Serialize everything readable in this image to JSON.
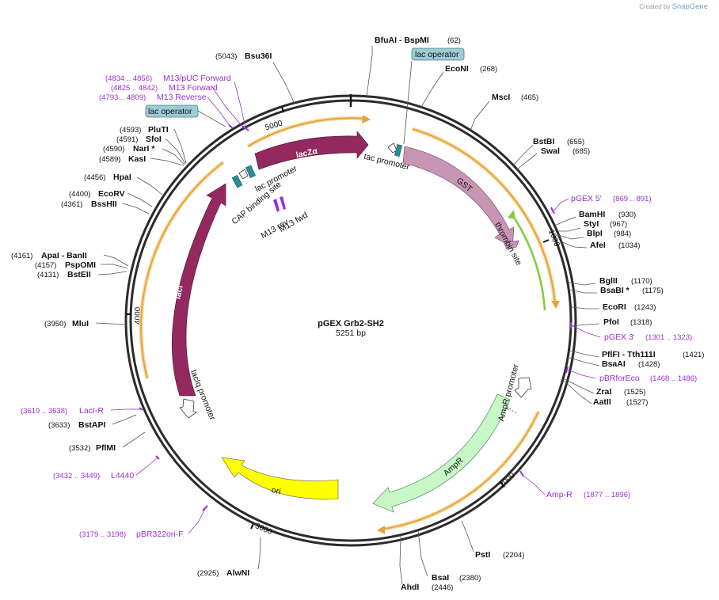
{
  "credit": {
    "prefix": "Created by",
    "brand": "SnapGene"
  },
  "plasmid": {
    "name": "pGEX Grb2-SH2",
    "length": "5251 bp"
  },
  "ticks": [
    "1000",
    "2000",
    "3000",
    "4000",
    "5000"
  ],
  "features": {
    "lacZa": "lacZα",
    "lacI": "lacI",
    "ori": "ori",
    "AmpR": "AmpR",
    "GST": "GST",
    "tac_promoter_right": "tac promoter",
    "lac_promoter": "lac promoter",
    "cap_site": "CAP binding site",
    "m13_rev": "M13 rev",
    "m13_fwd": "M13 fwd",
    "thrombin": "thrombin site",
    "ampr_promoter": "AmpR promoter",
    "lacIq_promoter": "lacIq promoter"
  },
  "boxes": {
    "lac_operator_top": "lac operator",
    "lac_operator_left": "lac operator"
  },
  "sites": [
    {
      "name": "BfuAI  - BspMI",
      "pos": "(62)"
    },
    {
      "name": "EcoNI",
      "pos": "(268)"
    },
    {
      "name": "MscI",
      "pos": "(465)"
    },
    {
      "name": "BstBI",
      "pos": "(655)"
    },
    {
      "name": "SwaI",
      "pos": "(685)"
    },
    {
      "name": "BamHI",
      "pos": "(930)"
    },
    {
      "name": "StyI",
      "pos": "(967)"
    },
    {
      "name": "BlpI",
      "pos": "(984)"
    },
    {
      "name": "AfeI",
      "pos": "(1034)"
    },
    {
      "name": "BglII",
      "pos": "(1170)"
    },
    {
      "name": "BsaBI *",
      "pos": "(1175)"
    },
    {
      "name": "EcoRI",
      "pos": "(1243)"
    },
    {
      "name": "PfoI",
      "pos": "(1318)"
    },
    {
      "name": "PflFI  - Tth111I",
      "pos": "(1421)"
    },
    {
      "name": "BsaAI",
      "pos": "(1428)"
    },
    {
      "name": "ZraI",
      "pos": "(1525)"
    },
    {
      "name": "AatII",
      "pos": "(1527)"
    },
    {
      "name": "PstI",
      "pos": "(2204)"
    },
    {
      "name": "BsaI",
      "pos": "(2380)"
    },
    {
      "name": "AhdI",
      "pos": "(2446)"
    },
    {
      "name": "AlwNI",
      "pos": "(2925)"
    },
    {
      "name": "PflMI",
      "pos": "(3532)"
    },
    {
      "name": "BstAPI",
      "pos": "(3633)"
    },
    {
      "name": "MluI",
      "pos": "(3950)"
    },
    {
      "name": "BstEII",
      "pos": "(4131)"
    },
    {
      "name": "PspOMI",
      "pos": "(4157)"
    },
    {
      "name": "ApaI  - BanII",
      "pos": "(4161)"
    },
    {
      "name": "BssHII",
      "pos": "(4361)"
    },
    {
      "name": "EcoRV",
      "pos": "(4400)"
    },
    {
      "name": "HpaI",
      "pos": "(4456)"
    },
    {
      "name": "KasI",
      "pos": "(4589)"
    },
    {
      "name": "NarI *",
      "pos": "(4590)"
    },
    {
      "name": "SfoI",
      "pos": "(4591)"
    },
    {
      "name": "PluTI",
      "pos": "(4593)"
    },
    {
      "name": "Bsu36I",
      "pos": "(5043)"
    }
  ],
  "primers": [
    {
      "name": "pGEX 5'",
      "pos": "(869 .. 891)"
    },
    {
      "name": "pGEX 3'",
      "pos": "(1301 .. 1323)"
    },
    {
      "name": "pBRforEco",
      "pos": "(1468 .. 1486)"
    },
    {
      "name": "Amp-R",
      "pos": "(1877 .. 1896)"
    },
    {
      "name": "pBR322ori-F",
      "pos": "(3179 .. 3198)"
    },
    {
      "name": "L4440",
      "pos": "(3432 .. 3449)"
    },
    {
      "name": "LacI-R",
      "pos": "(3619 .. 3638)"
    },
    {
      "name": "M13/pUC Forward",
      "pos": "(4834 .. 4856)"
    },
    {
      "name": "M13 Forward",
      "pos": "(4825 .. 4842)"
    },
    {
      "name": "M13 Reverse",
      "pos": "(4793 .. 4809)"
    }
  ],
  "colors": {
    "backbone": "#2b2b2b",
    "lacZa": "#93295f",
    "lacI": "#93295f",
    "GST": "#c995b5",
    "ori": "#ffff00",
    "AmpR": "#c7f7c7",
    "orf": "#e8a33a",
    "thrombin_arc": "#7fcc3a",
    "primer": "#9a2fd0",
    "operator": "#9dcbd6",
    "teal": "#2b8a9a"
  }
}
